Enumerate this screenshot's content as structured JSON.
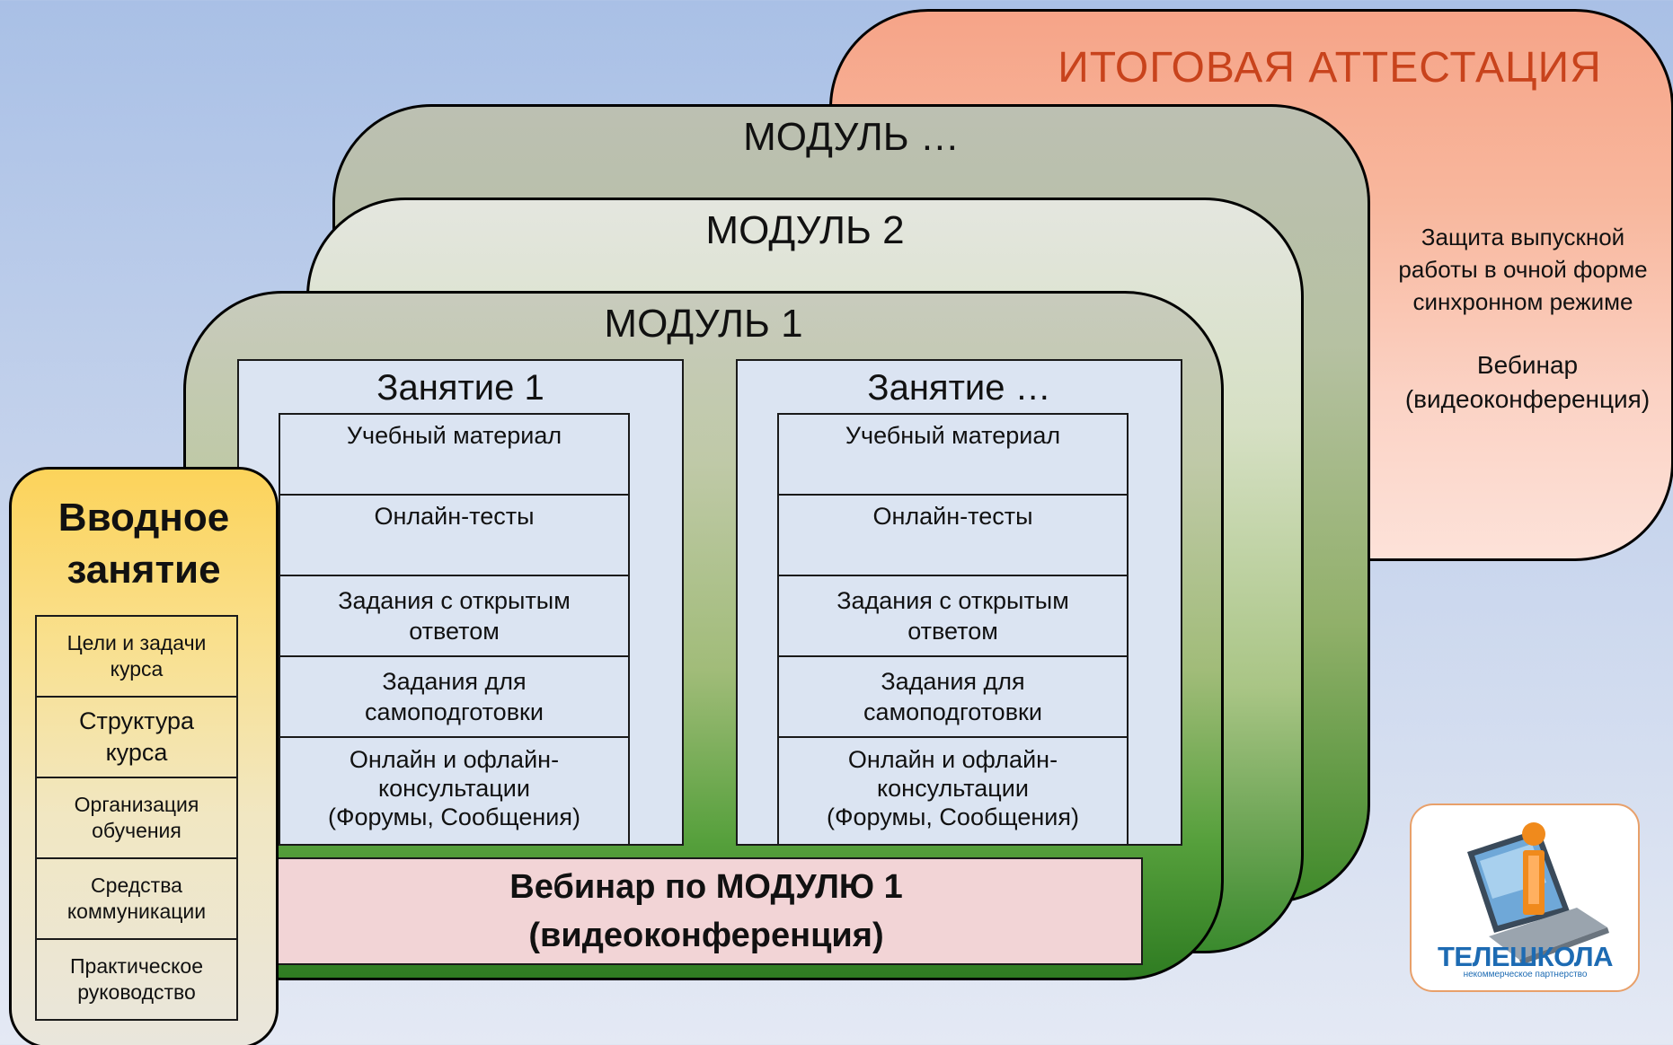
{
  "final_attestation": {
    "title": "ИТОГОВАЯ  АТТЕСТАЦИЯ",
    "desc_lines": [
      "Защита выпускной",
      "работы в очной форме",
      "синхронном режиме"
    ],
    "webinar_lines": [
      "Вебинар",
      "(видеоконференция)"
    ]
  },
  "modules": {
    "module_n": "МОДУЛЬ …",
    "module_2": "МОДУЛЬ 2",
    "module_1": "МОДУЛЬ 1"
  },
  "lessons": [
    {
      "title": "Занятие 1",
      "rows": [
        "Учебный материал",
        "Онлайн-тесты",
        "Задания с открытым ответом",
        "Задания для самоподготовки",
        "Онлайн и офлайн-консультации (Форумы, Сообщения)"
      ]
    },
    {
      "title": "Занятие …",
      "rows": [
        "Учебный материал",
        "Онлайн-тесты",
        "Задания с открытым ответом",
        "Задания для самоподготовки",
        "Онлайн и офлайн-консультации (Форумы, Сообщения)"
      ]
    }
  ],
  "lesson_row_lines": [
    [
      "Учебный материал"
    ],
    [
      "Онлайн-тесты"
    ],
    [
      "Задания с открытым",
      "ответом"
    ],
    [
      "Задания для",
      "самоподготовки"
    ],
    [
      "Онлайн и офлайн-",
      "консультации",
      "(Форумы, Сообщения)"
    ]
  ],
  "module_webinar": {
    "line1": "Вебинар по МОДУЛЮ 1",
    "line2": "(видеоконференция)"
  },
  "intro": {
    "title_line1": "Вводное",
    "title_line2": "занятие",
    "items": [
      {
        "line1": "Цели и задачи",
        "line2": "курса"
      },
      {
        "line1": "Структура",
        "line2": "курса"
      },
      {
        "line1": "Организация",
        "line2": "обучения"
      },
      {
        "line1": "Средства",
        "line2": "коммуникации"
      },
      {
        "line1": "Практическое",
        "line2": "руководство"
      }
    ]
  },
  "logo": {
    "name": "ТЕЛЕШКОЛА",
    "subtitle": "некоммерческое партнерство"
  },
  "colors": {
    "attestation_title": "#c8431c",
    "logo_blue": "#1d6bb3",
    "logo_orange": "#f08a1c"
  }
}
